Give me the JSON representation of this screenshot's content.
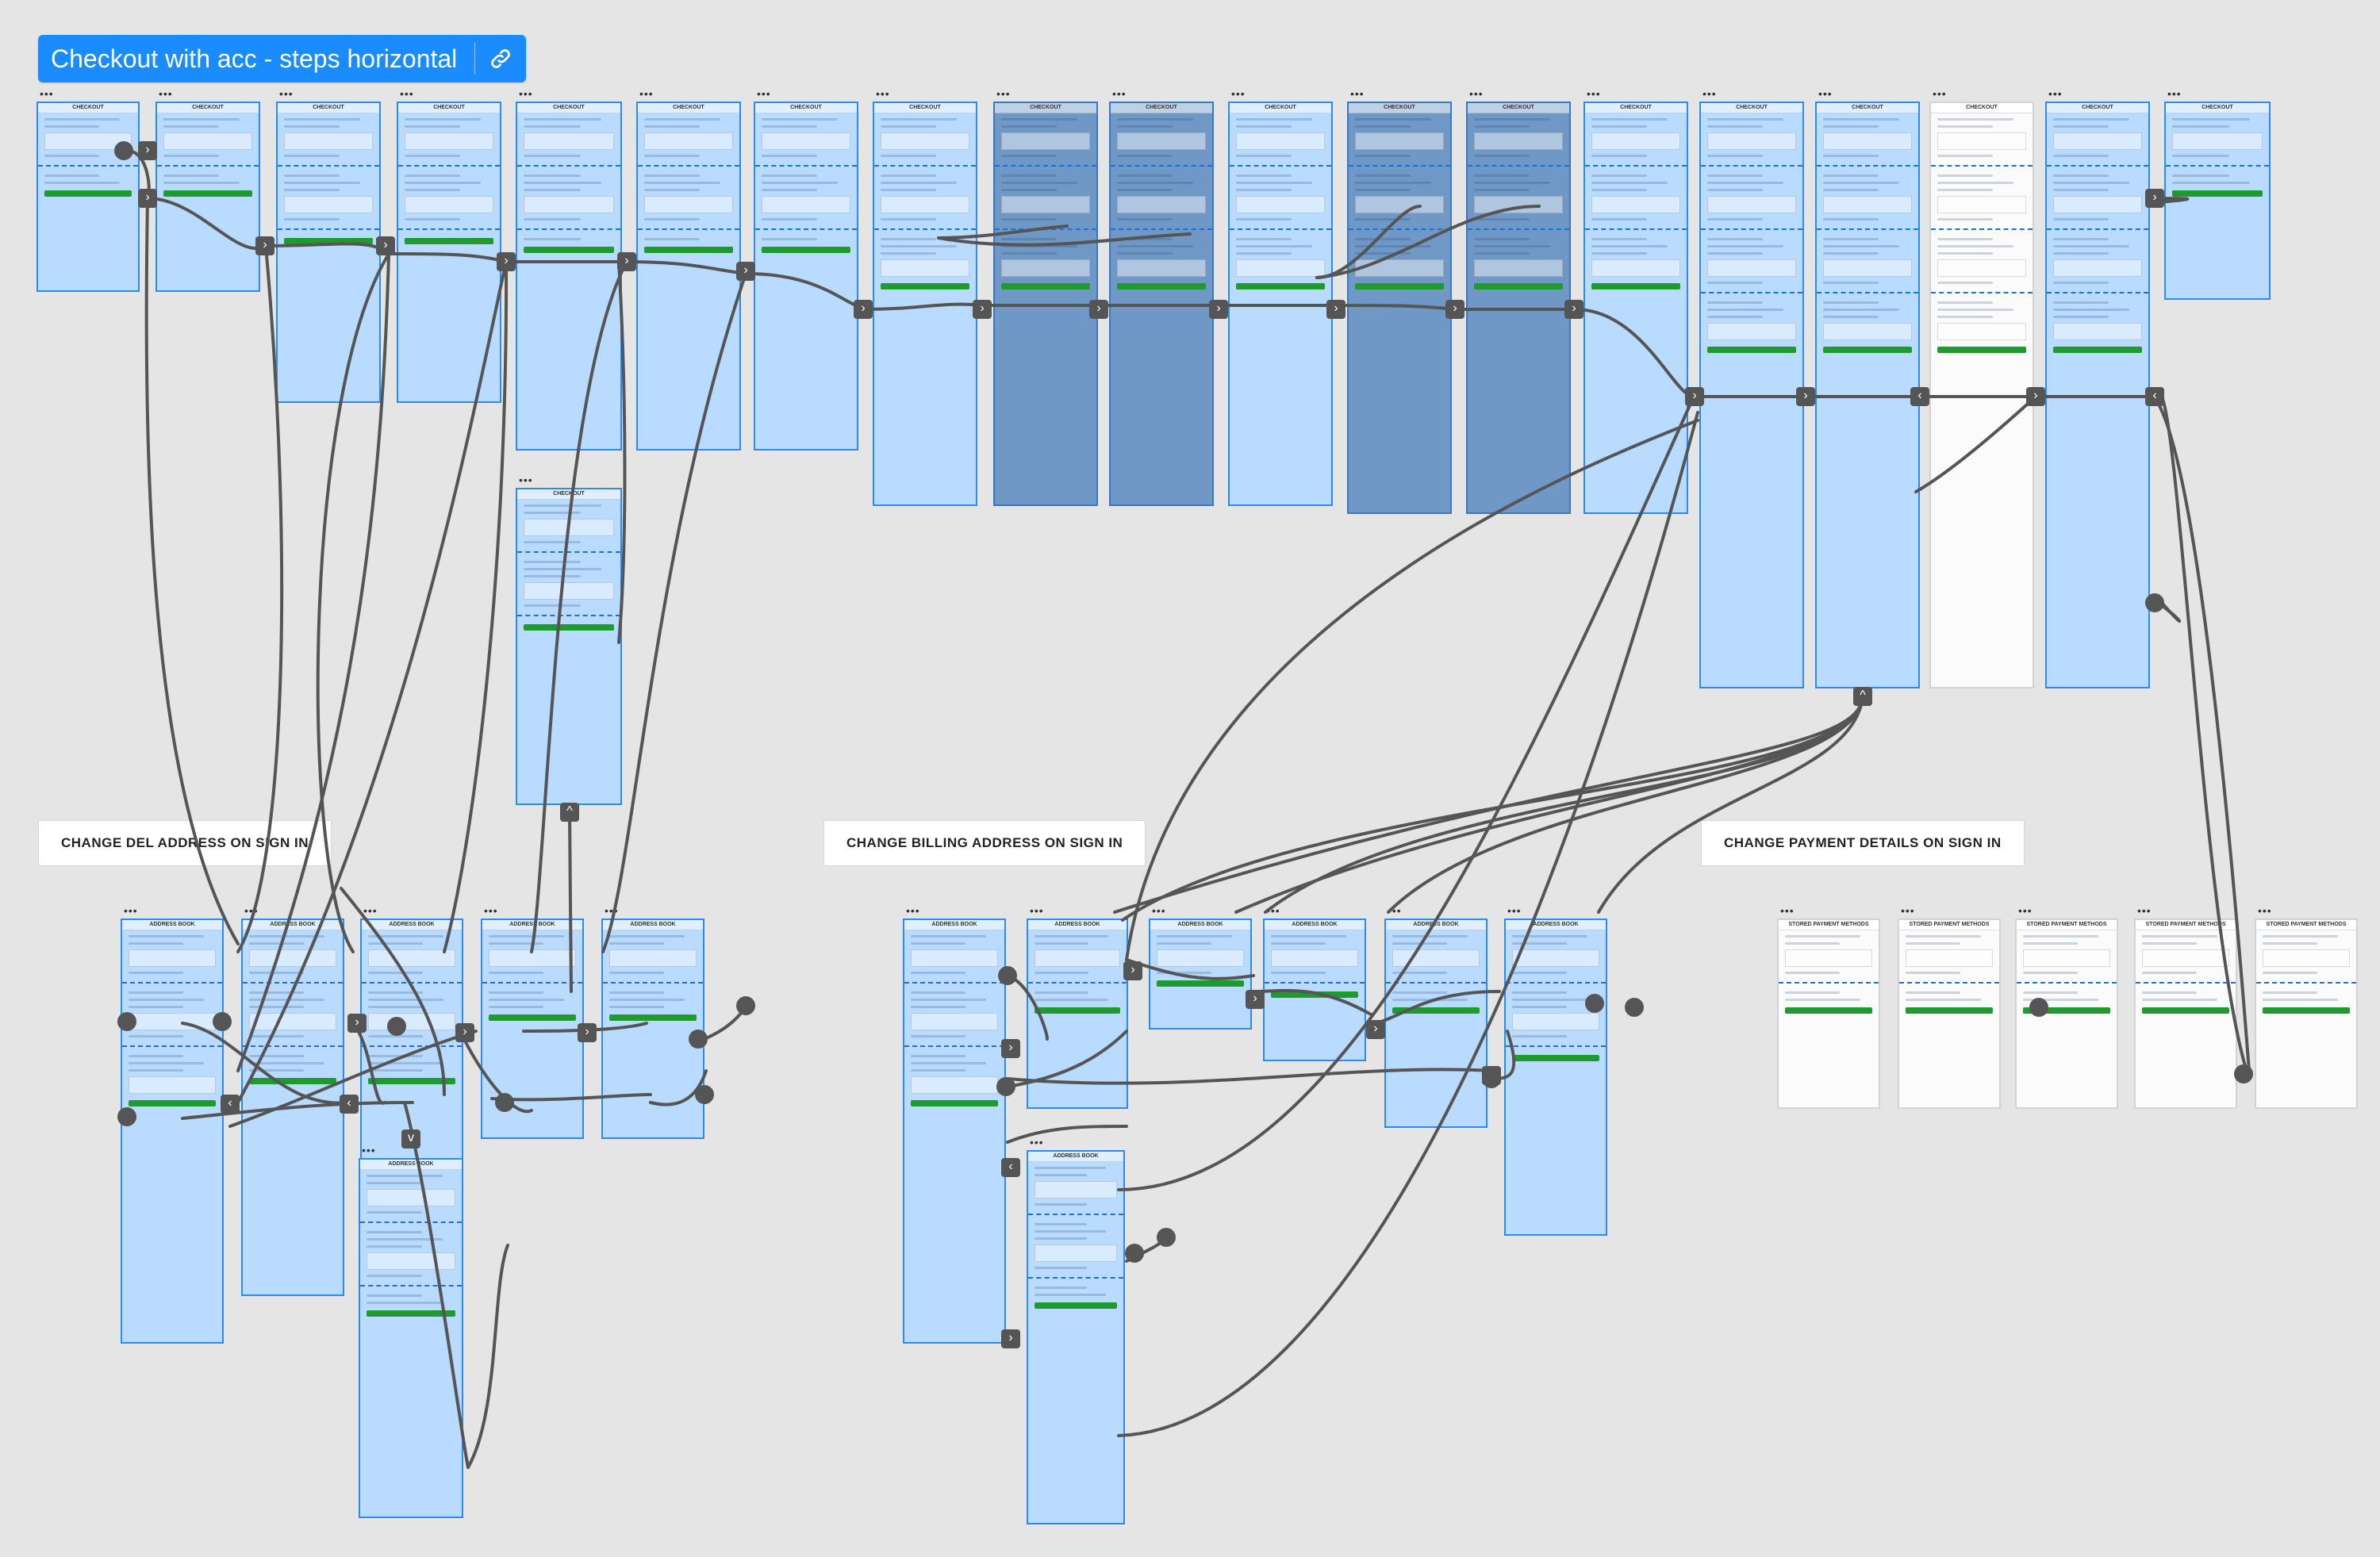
{
  "board": {
    "title": "Checkout with acc - steps horizontal",
    "link_icon": "link-icon"
  },
  "section_labels": {
    "del": "CHANGE DEL ADDRESS ON SIGN IN",
    "billing": "CHANGE BILLING ADDRESS ON SIGN IN",
    "payment": "CHANGE PAYMENT DETAILS ON SIGN IN"
  },
  "frame_titles": {
    "checkout": "CHECKOUT",
    "address_book": "ADDRESS BOOK",
    "stored_payment": "STORED PAYMENT METHODS"
  },
  "colors": {
    "canvas": "#e5e5e5",
    "accent": "#1a8cff",
    "frame_fill": "#b8dbff",
    "frame_border": "#2d8bf0",
    "frame_dark": "#6f98c6",
    "connector": "#555555",
    "button_green": "#1e9a2e"
  }
}
